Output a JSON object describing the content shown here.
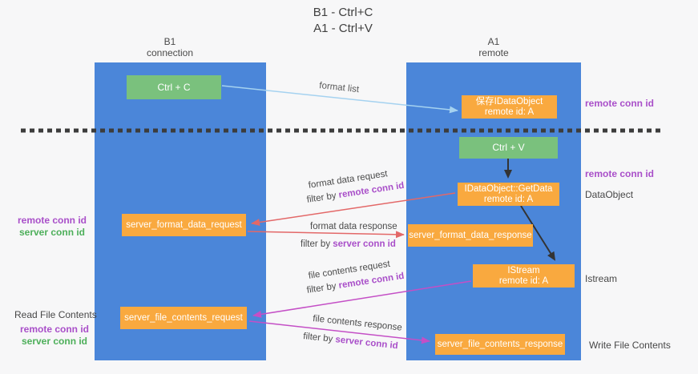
{
  "title": {
    "line1": "B1 - Ctrl+C",
    "line2": "A1 - Ctrl+V"
  },
  "lifelines": {
    "left": {
      "name": "B1",
      "role": "connection"
    },
    "right": {
      "name": "A1",
      "role": "remote"
    }
  },
  "boxes": {
    "ctrl_c": {
      "label": "Ctrl + C"
    },
    "ctrl_v": {
      "label": "Ctrl + V"
    },
    "save_dataobject": {
      "line1": "保存IDataObject",
      "line2": "remote id: A"
    },
    "getdata": {
      "line1": "IDataObject::GetData",
      "line2": "remote id: A"
    },
    "istream": {
      "line1": "IStream",
      "line2": "remote id: A"
    },
    "format_request": {
      "label": "server_format_data_request"
    },
    "format_response": {
      "label": "server_format_data_response"
    },
    "file_request": {
      "label": "server_file_contents_request"
    },
    "file_response": {
      "label": "server_file_contents_response"
    }
  },
  "arrow_labels": {
    "format_list": "format list",
    "format_data_request": "format data request",
    "format_data_response": "format data response",
    "file_contents_request": "file contents request",
    "file_contents_response": "file contents response",
    "filter_by": "filter by ",
    "remote_conn_id": "remote conn id",
    "server_conn_id": "server conn id"
  },
  "side_labels": {
    "right_top_remote": "remote conn id",
    "right_mid_remote": "remote conn id",
    "right_dataobject": "DataObject",
    "right_istream": "Istream",
    "right_write": "Write File Contents",
    "left_mid_remote": "remote conn id",
    "left_mid_server": "server conn id",
    "left_read": "Read File Contents",
    "left_bottom_remote": "remote conn id",
    "left_bottom_server": "server conn id"
  },
  "colors": {
    "bg": "#f7f7f8",
    "lifeline-blue": "#4b86d9",
    "box-green": "#7ac17d",
    "box-orange": "#f9a93f",
    "arrow-lightblue": "#a5d2f0",
    "arrow-black": "#333333",
    "arrow-salmon": "#e36868",
    "arrow-magenta": "#c44fc6",
    "text-purple": "#a94fc9",
    "text-green": "#4daf5a",
    "text-dark": "#404040",
    "dashed-line": "#3c3c3c"
  }
}
